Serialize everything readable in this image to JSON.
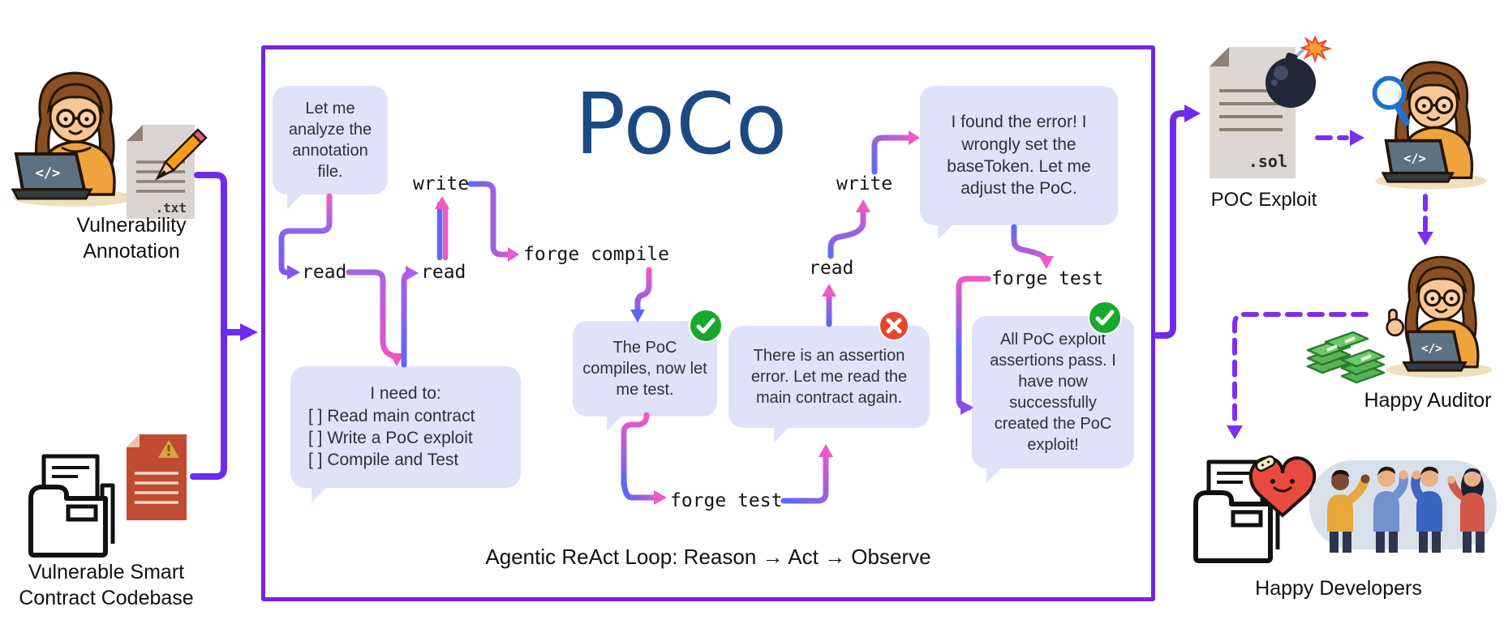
{
  "title": "PoCo",
  "caption": "Agentic ReAct Loop: Reason → Act → Observe",
  "colors": {
    "accent-purple": "#7223ea",
    "connector-purple": "#6d2bee",
    "bubble-bg": "#dfe2f8",
    "title-navy": "#1a4a80",
    "arrow-pink": "#ee58c8",
    "arrow-blue": "#5c69f2",
    "success-green": "#18a92c",
    "error-red": "#e8452f"
  },
  "left_column": {
    "annotation_caption_line1": "Vulnerability",
    "annotation_caption_line2": "Annotation",
    "annotation_file_ext": ".txt",
    "codebase_caption_line1": "Vulnerable Smart",
    "codebase_caption_line2": "Contract Codebase"
  },
  "loop": {
    "bubbles": {
      "analyze": "Let me analyze the annotation file.",
      "todo_title": "I need to:",
      "todo_items": [
        "[ ] Read main contract",
        "[ ] Write  a PoC exploit",
        "[ ] Compile and Test"
      ],
      "compiles": "The PoC compiles, now let me test.",
      "assertion_error": "There is an assertion error. Let me read the main contract again.",
      "found_error": "I found the error! I wrongly set the baseToken. Let me adjust the PoC.",
      "success": "All PoC exploit assertions pass. I have now successfully created the PoC exploit!"
    },
    "actions": {
      "read": "read",
      "write": "write",
      "forge_compile": "forge compile",
      "forge_test": "forge test"
    }
  },
  "right_column": {
    "poc_file_ext": ".sol",
    "poc_caption": "POC Exploit",
    "auditor_caption": "Happy Auditor",
    "developers_caption": "Happy Developers"
  },
  "illustration": {
    "laptop_glyph": "</>"
  },
  "icons": {
    "success_badge": "check-circle",
    "failure_badge": "x-circle",
    "annotation_file": "document-with-pencil",
    "vulnerable_file": "document-with-warning",
    "codebase_folder": "folder-with-documents",
    "poc_file": "document-with-bomb",
    "auditor_tool": "magnifying-glass",
    "reward": "money-stacks",
    "gratitude": "patched-heart",
    "team": "people-celebrating"
  }
}
